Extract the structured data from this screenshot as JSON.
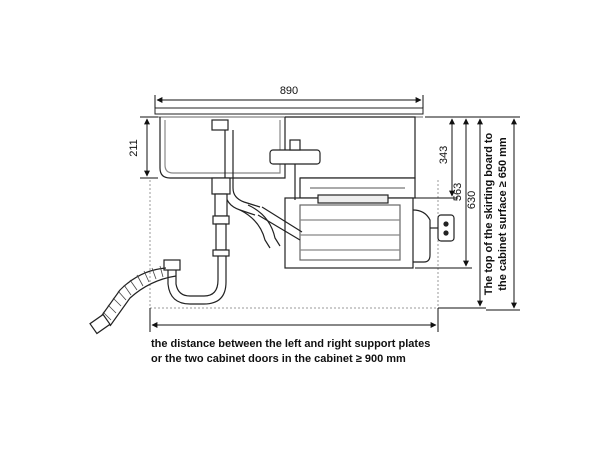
{
  "dimensions": {
    "width_overall": "890",
    "sink_depth": "211",
    "height_343": "343",
    "height_563": "563",
    "height_630": "630"
  },
  "notes": {
    "skirting_line1": "The top of the skirting board to",
    "skirting_line2": "the cabinet surface ≥ 650 mm",
    "bottom_line1": "the distance between the left and right support plates",
    "bottom_line2": "or the two cabinet doors in the cabinet ≥ 900 mm"
  }
}
